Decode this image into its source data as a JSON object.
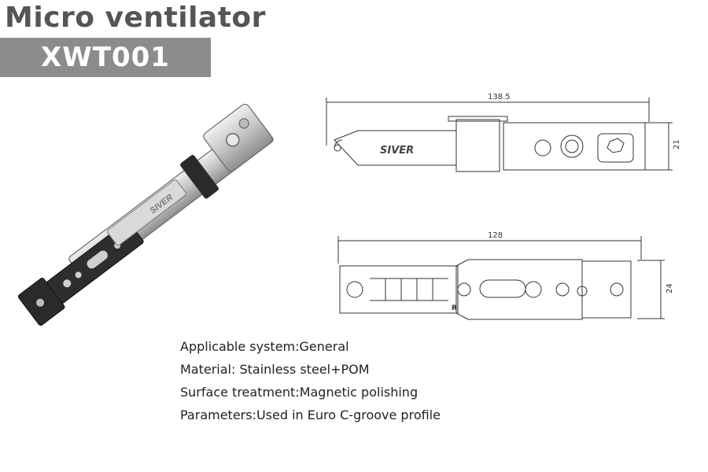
{
  "header": {
    "title": "Micro ventilator",
    "model": "XWT001"
  },
  "photo": {
    "brand_mark": "SIVER"
  },
  "drawings": {
    "top_view": {
      "length": "138.5",
      "height": "21",
      "brand": "SIVER"
    },
    "bottom_view": {
      "length": "128",
      "height": "24",
      "mark_r": "R"
    }
  },
  "specs": [
    "Applicable system:General",
    "Material: Stainless steel+POM",
    "Surface treatment:Magnetic polishing",
    "Parameters:Used in Euro C-groove profile"
  ],
  "colors": {
    "title": "#555555",
    "model_bar": "#8c8c8c",
    "steel": "#c8c8c8",
    "pom": "#2a2a2a"
  }
}
